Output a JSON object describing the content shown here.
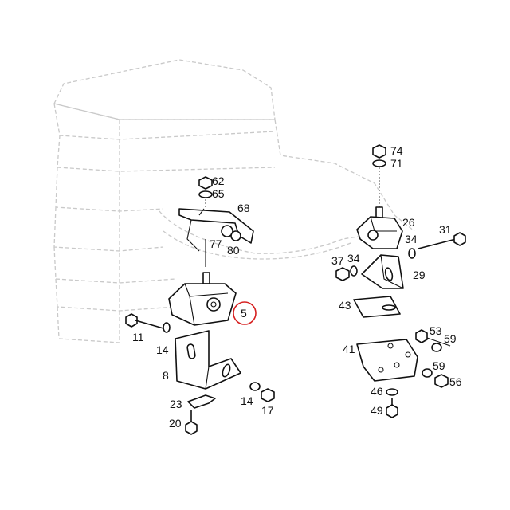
{
  "callouts": {
    "c74": "74",
    "c71": "71",
    "c62": "62",
    "c65": "65",
    "c68": "68",
    "c26": "26",
    "c31": "31",
    "c34a": "34",
    "c37": "37",
    "c34b": "34",
    "c77": "77",
    "c80": "80",
    "c29": "29",
    "c5": "5",
    "c43": "43",
    "c53": "53",
    "c59a": "59",
    "c11": "11",
    "c14a": "14",
    "c41": "41",
    "c59b": "59",
    "c8": "8",
    "c56": "56",
    "c46": "46",
    "c14b": "14",
    "c17": "17",
    "c23": "23",
    "c49": "49",
    "c20": "20"
  },
  "highlight": {
    "label": "5",
    "color": "#d62020"
  }
}
